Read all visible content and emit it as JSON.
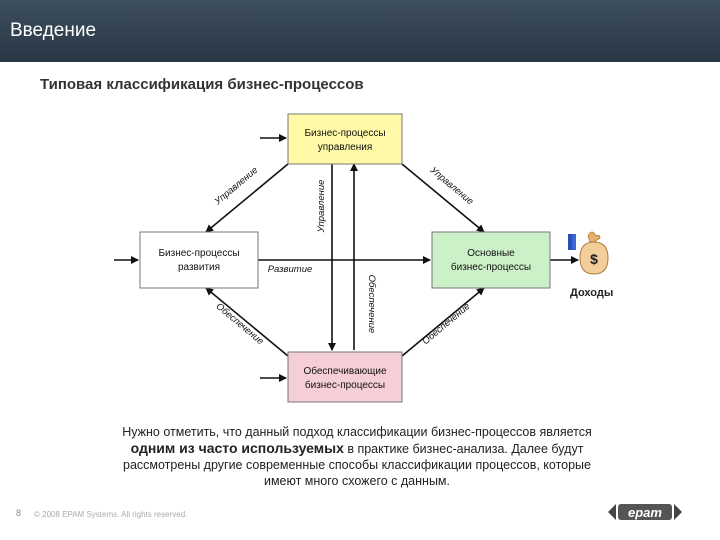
{
  "header": {
    "title": "Введение"
  },
  "subtitle": "Типовая классификация бизнес-процессов",
  "diagram": {
    "boxes": {
      "management": [
        "Бизнес-процессы",
        "управления"
      ],
      "development": [
        "Бизнес-процессы",
        "развития"
      ],
      "core": [
        "Основные",
        "бизнес-процессы"
      ],
      "support": [
        "Обеспечивающие",
        "бизнес-процессы"
      ]
    },
    "labels": {
      "management_left": "Управление",
      "management_right": "Управление",
      "management_center": "Управление",
      "support_left": "Обеспечение",
      "support_right": "Обеспечение",
      "support_center": "Обеспечение",
      "development_center": "Развитие"
    },
    "income_label": "Доходы",
    "box_colors": {
      "management": "#fff9a8",
      "core": "#ccf0c8",
      "support": "#f6ced8",
      "development": "#ffffff"
    }
  },
  "note": {
    "line1": "Нужно отметить, что данный подход классификации бизнес-процессов является",
    "bold": "одним из часто используемых",
    "line2_rest": " в практике бизнес-анализа. Далее будут",
    "line3": "рассмотрены другие современные способы классификации процессов, которые",
    "line4": "имеют много схожего с данным."
  },
  "footer": {
    "page_number": "8",
    "copyright": "© 2008 EPAM Systems. All rights reserved."
  },
  "logo_text": "epam"
}
